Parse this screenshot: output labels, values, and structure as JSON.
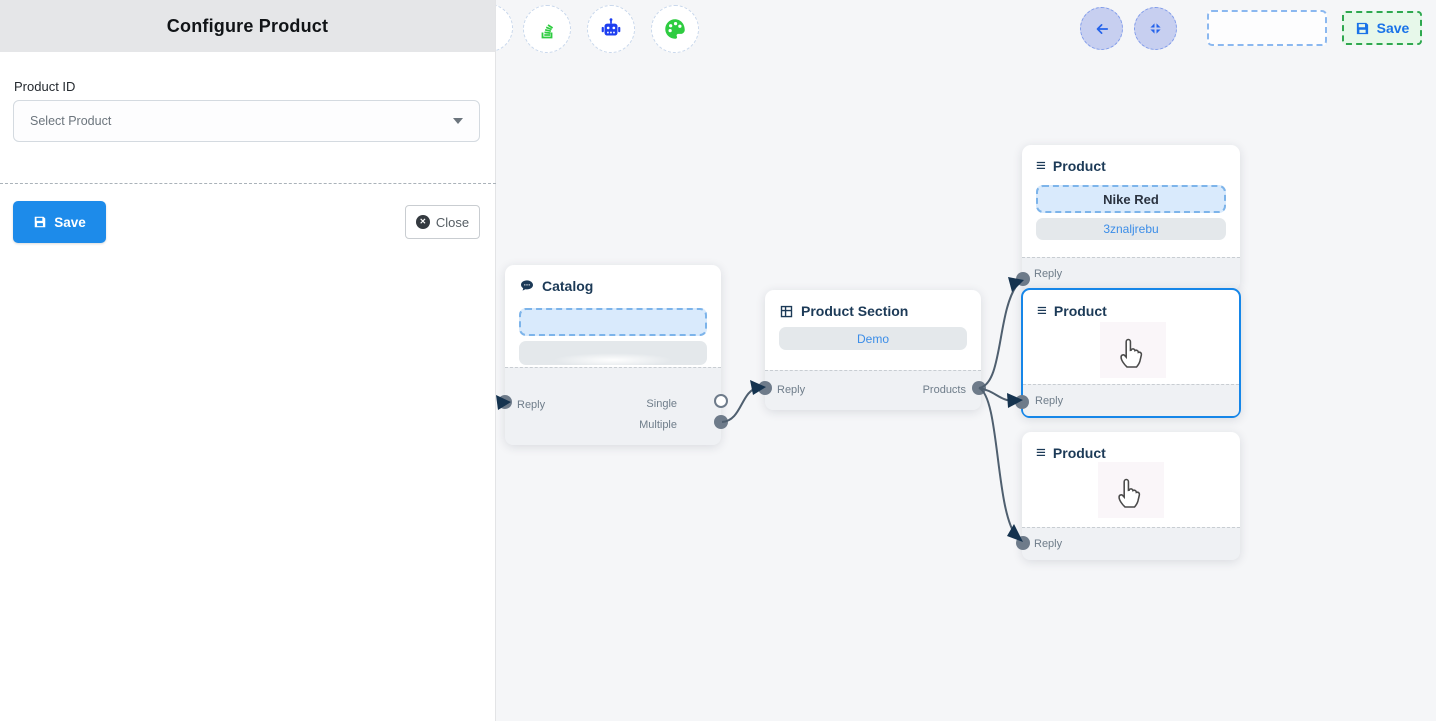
{
  "panel": {
    "title": "Configure Product",
    "field_label": "Product ID",
    "select_placeholder": "Select Product",
    "save_label": "Save",
    "close_label": "Close"
  },
  "canvas_toolbar": {
    "icons": [
      {
        "name": "stack-icon",
        "color": "#2ecc40"
      },
      {
        "name": "robot-icon",
        "color": "#1d3ef0"
      },
      {
        "name": "palette-icon",
        "color": "#2ecc40"
      }
    ]
  },
  "topbar": {
    "back_icon": "arrow-left-icon",
    "fit_view_icon": "compress-icon",
    "save_label": "Save"
  },
  "nodes": {
    "catalog": {
      "title": "Catalog",
      "icon": "speech-bubble-icon",
      "reply_label": "Reply",
      "single_label": "Single",
      "multiple_label": "Multiple"
    },
    "product_section": {
      "title": "Product Section",
      "icon": "grid-icon",
      "body_label": "Demo",
      "reply_label": "Reply",
      "products_label": "Products"
    },
    "product_top": {
      "title": "Product",
      "icon": "menu-icon",
      "item_primary": "Nike Red",
      "item_secondary": "3znaljrebu",
      "reply_label": "Reply"
    },
    "product_middle": {
      "title": "Product",
      "icon": "menu-icon",
      "reply_label": "Reply",
      "selected": "true"
    },
    "product_bottom": {
      "title": "Product",
      "icon": "menu-icon",
      "reply_label": "Reply"
    }
  },
  "colors": {
    "accent_blue": "#1d8bea",
    "selected_border": "#1686e8",
    "edge": "#4f5f6f",
    "arrowhead": "#15334f",
    "green": "#2fa84f",
    "canvas_bg": "#f5f6f8",
    "header_bg": "#e5e6e8"
  }
}
